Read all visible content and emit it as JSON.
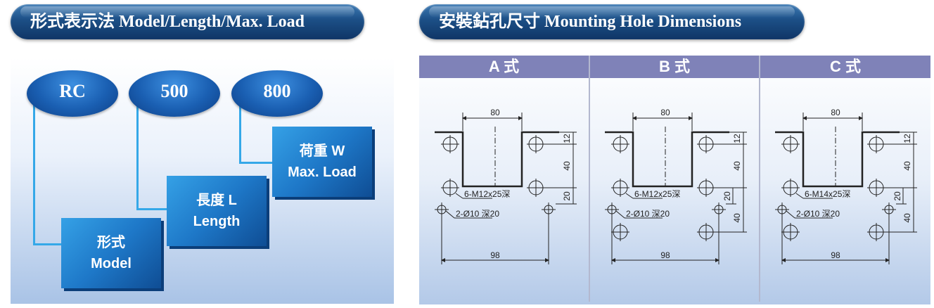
{
  "left": {
    "title": "形式表示法  Model/Length/Max. Load",
    "ovals": [
      "RC",
      "500",
      "800"
    ],
    "boxes": [
      {
        "line1": "形式",
        "line2": "Model"
      },
      {
        "line1": "長度  L",
        "line2": "Length"
      },
      {
        "line1": "荷重  W",
        "line2": "Max. Load"
      }
    ]
  },
  "right": {
    "title": "安裝鉆孔尺寸  Mounting Hole Dimensions",
    "columns": [
      {
        "header": "A 式",
        "thread": "6-M12x25深"
      },
      {
        "header": "B 式",
        "thread": "6-M12x25深"
      },
      {
        "header": "C 式",
        "thread": "6-M14x25深"
      }
    ],
    "hole_label": "2-Ø10 深20",
    "dim_top": "80",
    "dim_bottom": "98",
    "dim_12": "12",
    "dim_40": "40",
    "dim_20": "20"
  }
}
